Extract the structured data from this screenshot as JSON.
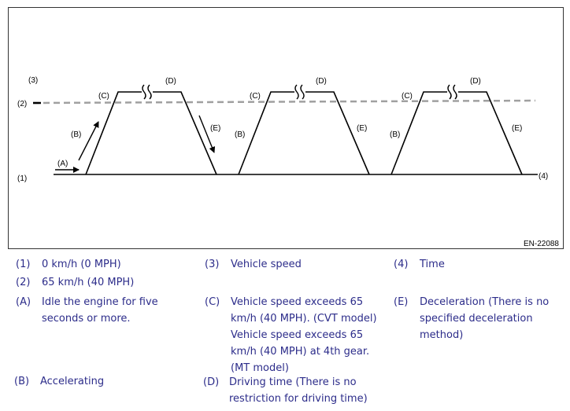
{
  "diagram": {
    "labels": {
      "n1": "(1)",
      "n2": "(2)",
      "n3": "(3)",
      "n4": "(4)",
      "A": "(A)",
      "B": "(B)",
      "C": "(C)",
      "D": "(D)",
      "E": "(E)"
    },
    "code": "EN-22088"
  },
  "legend": {
    "n1": {
      "key": "(1)",
      "text": "0 km/h (0 MPH)"
    },
    "n2": {
      "key": "(2)",
      "text": "65 km/h (40 MPH)"
    },
    "n3": {
      "key": "(3)",
      "text": "Vehicle speed"
    },
    "n4": {
      "key": "(4)",
      "text": "Time"
    },
    "A": {
      "key": "(A)",
      "lines": [
        "Idle the engine for five",
        "seconds or more."
      ]
    },
    "C": {
      "key": "(C)",
      "lines": [
        "Vehicle speed exceeds 65",
        "km/h (40 MPH). (CVT model)",
        "Vehicle speed exceeds 65",
        "km/h (40 MPH) at 4th gear.",
        "(MT model)"
      ]
    },
    "E": {
      "key": "(E)",
      "lines": [
        "Deceleration (There is no",
        "specified deceleration",
        "method)"
      ]
    },
    "B": {
      "key": "(B)",
      "text": "Accelerating"
    },
    "D": {
      "key": "(D)",
      "lines": [
        "Driving time (There is no",
        "restriction for driving time)"
      ]
    }
  }
}
